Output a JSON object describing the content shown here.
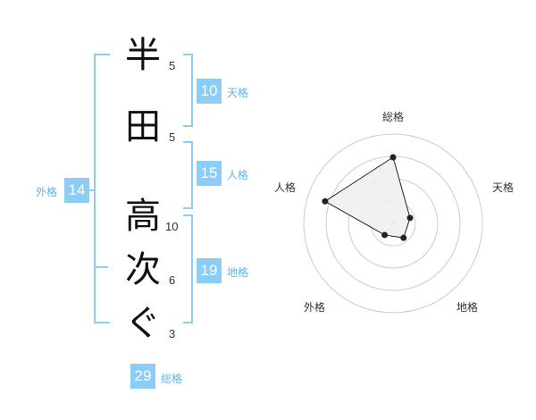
{
  "name": {
    "chars": [
      {
        "char": "半",
        "strokes": "5"
      },
      {
        "char": "田",
        "strokes": "5"
      },
      {
        "char": "高",
        "strokes": "10"
      },
      {
        "char": "次",
        "strokes": "6"
      },
      {
        "char": "ぐ",
        "strokes": "3"
      }
    ]
  },
  "fortune": {
    "tenkaku": {
      "value": "10",
      "label": "天格"
    },
    "jinkaku": {
      "value": "15",
      "label": "人格"
    },
    "chikaku": {
      "value": "19",
      "label": "地格"
    },
    "gaikaku": {
      "value": "14",
      "label": "外格"
    },
    "soukaku": {
      "value": "29",
      "label": "総格"
    }
  },
  "chart_data": {
    "type": "radar",
    "axes": [
      "総格",
      "天格",
      "地格",
      "外格",
      "人格"
    ],
    "values": [
      0.74,
      0.2,
      0.2,
      0.16,
      0.8
    ],
    "rings": 4,
    "colors": {
      "accent": "#8ccdf6",
      "fill": "#f0f0f0",
      "line": "#222222",
      "grid": "#cccccc",
      "center": "#cccccc"
    }
  }
}
